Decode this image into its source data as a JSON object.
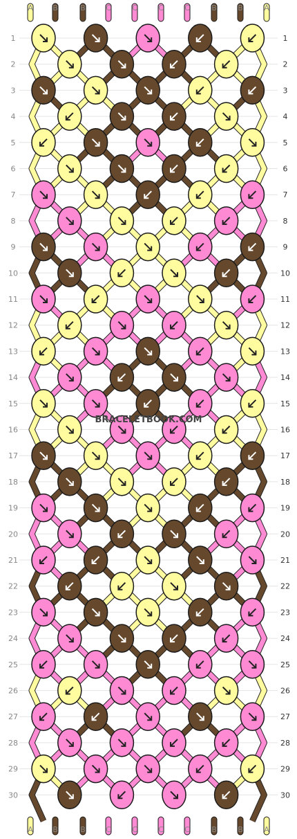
{
  "watermark": "BRACELETBOOK.COM",
  "colors": {
    "A": "#FFFCA0",
    "B": "#66492D",
    "C": "#FF8AD4",
    "outline": "#1a1a1a",
    "arrow_dark": "#ffffff",
    "arrow_light": "#222222"
  },
  "top_strings": [
    "A",
    "B",
    "B",
    "C",
    "C",
    "C",
    "C",
    "B",
    "B",
    "A"
  ],
  "bottom_strings": [
    "A",
    "B",
    "B",
    "C",
    "C",
    "C",
    "C",
    "B",
    "B",
    "A"
  ],
  "row_labels": [
    "1",
    "2",
    "3",
    "4",
    "5",
    "6",
    "7",
    "8",
    "9",
    "10",
    "11",
    "12",
    "13",
    "14",
    "15",
    "16",
    "17",
    "18",
    "19",
    "20",
    "21",
    "22",
    "23",
    "24",
    "25",
    "26",
    "27",
    "28",
    "29",
    "30"
  ],
  "rows": [
    {
      "knots": [
        [
          "A",
          "dr"
        ],
        [
          "B",
          "dr"
        ],
        [
          "C",
          "dr"
        ],
        [
          "B",
          "dl"
        ],
        [
          "A",
          "dl"
        ]
      ]
    },
    {
      "knots": [
        [
          "A",
          "dr"
        ],
        [
          "B",
          "dr"
        ],
        [
          "B",
          "dl"
        ],
        [
          "A",
          "dl"
        ]
      ]
    },
    {
      "knots": [
        [
          "B",
          "dr"
        ],
        [
          "A",
          "dr"
        ],
        [
          "B",
          "dr"
        ],
        [
          "A",
          "dl"
        ],
        [
          "B",
          "dl"
        ]
      ]
    },
    {
      "knots": [
        [
          "A",
          "dl"
        ],
        [
          "B",
          "dr"
        ],
        [
          "B",
          "dl"
        ],
        [
          "A",
          "dr"
        ]
      ]
    },
    {
      "knots": [
        [
          "A",
          "dl"
        ],
        [
          "B",
          "dr"
        ],
        [
          "C",
          "dr"
        ],
        [
          "B",
          "dl"
        ],
        [
          "A",
          "dr"
        ]
      ]
    },
    {
      "knots": [
        [
          "A",
          "dr"
        ],
        [
          "B",
          "dr"
        ],
        [
          "B",
          "dl"
        ],
        [
          "A",
          "dl"
        ]
      ]
    },
    {
      "knots": [
        [
          "C",
          "dr"
        ],
        [
          "A",
          "dr"
        ],
        [
          "B",
          "dl"
        ],
        [
          "A",
          "dl"
        ],
        [
          "C",
          "dl"
        ]
      ]
    },
    {
      "knots": [
        [
          "C",
          "dr"
        ],
        [
          "A",
          "dr"
        ],
        [
          "A",
          "dl"
        ],
        [
          "C",
          "dl"
        ]
      ]
    },
    {
      "knots": [
        [
          "B",
          "dr"
        ],
        [
          "C",
          "dr"
        ],
        [
          "A",
          "dr"
        ],
        [
          "C",
          "dl"
        ],
        [
          "B",
          "dl"
        ]
      ]
    },
    {
      "knots": [
        [
          "B",
          "dr"
        ],
        [
          "A",
          "dl"
        ],
        [
          "A",
          "dr"
        ],
        [
          "B",
          "dl"
        ]
      ]
    },
    {
      "knots": [
        [
          "C",
          "dr"
        ],
        [
          "A",
          "dl"
        ],
        [
          "C",
          "dr"
        ],
        [
          "A",
          "dr"
        ],
        [
          "C",
          "dl"
        ]
      ]
    },
    {
      "knots": [
        [
          "A",
          "dl"
        ],
        [
          "C",
          "dr"
        ],
        [
          "C",
          "dl"
        ],
        [
          "A",
          "dr"
        ]
      ]
    },
    {
      "knots": [
        [
          "A",
          "dl"
        ],
        [
          "C",
          "dr"
        ],
        [
          "B",
          "dr"
        ],
        [
          "C",
          "dl"
        ],
        [
          "A",
          "dr"
        ]
      ]
    },
    {
      "knots": [
        [
          "C",
          "dr"
        ],
        [
          "B",
          "dl"
        ],
        [
          "B",
          "dr"
        ],
        [
          "C",
          "dr"
        ]
      ]
    },
    {
      "knots": [
        [
          "A",
          "dr"
        ],
        [
          "C",
          "dr"
        ],
        [
          "B",
          "dl"
        ],
        [
          "C",
          "dl"
        ],
        [
          "A",
          "dl"
        ]
      ]
    },
    {
      "knots": [
        [
          "A",
          "dr"
        ],
        [
          "C",
          "dr"
        ],
        [
          "C",
          "dl"
        ],
        [
          "A",
          "dl"
        ]
      ]
    },
    {
      "knots": [
        [
          "B",
          "dr"
        ],
        [
          "A",
          "dr"
        ],
        [
          "C",
          "dr"
        ],
        [
          "A",
          "dl"
        ],
        [
          "B",
          "dl"
        ]
      ]
    },
    {
      "knots": [
        [
          "B",
          "dr"
        ],
        [
          "A",
          "dr"
        ],
        [
          "A",
          "dl"
        ],
        [
          "B",
          "dl"
        ]
      ]
    },
    {
      "knots": [
        [
          "C",
          "dr"
        ],
        [
          "B",
          "dr"
        ],
        [
          "A",
          "dr"
        ],
        [
          "B",
          "dl"
        ],
        [
          "C",
          "dl"
        ]
      ]
    },
    {
      "knots": [
        [
          "C",
          "dr"
        ],
        [
          "B",
          "dl"
        ],
        [
          "B",
          "dr"
        ],
        [
          "C",
          "dl"
        ]
      ]
    },
    {
      "knots": [
        [
          "C",
          "dl"
        ],
        [
          "B",
          "dl"
        ],
        [
          "A",
          "dr"
        ],
        [
          "B",
          "dr"
        ],
        [
          "C",
          "dr"
        ]
      ]
    },
    {
      "knots": [
        [
          "B",
          "dl"
        ],
        [
          "A",
          "dl"
        ],
        [
          "A",
          "dr"
        ],
        [
          "B",
          "dr"
        ]
      ]
    },
    {
      "knots": [
        [
          "C",
          "dr"
        ],
        [
          "B",
          "dr"
        ],
        [
          "A",
          "dr"
        ],
        [
          "B",
          "dl"
        ],
        [
          "C",
          "dl"
        ]
      ]
    },
    {
      "knots": [
        [
          "C",
          "dr"
        ],
        [
          "B",
          "dr"
        ],
        [
          "B",
          "dl"
        ],
        [
          "C",
          "dl"
        ]
      ]
    },
    {
      "knots": [
        [
          "C",
          "dl"
        ],
        [
          "C",
          "dr"
        ],
        [
          "B",
          "dr"
        ],
        [
          "C",
          "dl"
        ],
        [
          "C",
          "dr"
        ]
      ]
    },
    {
      "knots": [
        [
          "A",
          "dl"
        ],
        [
          "C",
          "dr"
        ],
        [
          "C",
          "dl"
        ],
        [
          "A",
          "dr"
        ]
      ]
    },
    {
      "knots": [
        [
          "C",
          "dl"
        ],
        [
          "B",
          "dl"
        ],
        [
          "C",
          "dr"
        ],
        [
          "B",
          "dr"
        ],
        [
          "C",
          "dr"
        ]
      ]
    },
    {
      "knots": [
        [
          "C",
          "dr"
        ],
        [
          "C",
          "dr"
        ],
        [
          "C",
          "dl"
        ],
        [
          "C",
          "dl"
        ]
      ]
    },
    {
      "knots": [
        [
          "A",
          "dr"
        ],
        [
          "C",
          "dr"
        ],
        [
          "C",
          "dr"
        ],
        [
          "C",
          "dl"
        ],
        [
          "A",
          "dl"
        ]
      ]
    },
    {
      "knots": [
        [
          "B",
          "dr"
        ],
        [
          "C",
          "dl"
        ],
        [
          "C",
          "dr"
        ],
        [
          "B",
          "dl"
        ]
      ]
    }
  ]
}
